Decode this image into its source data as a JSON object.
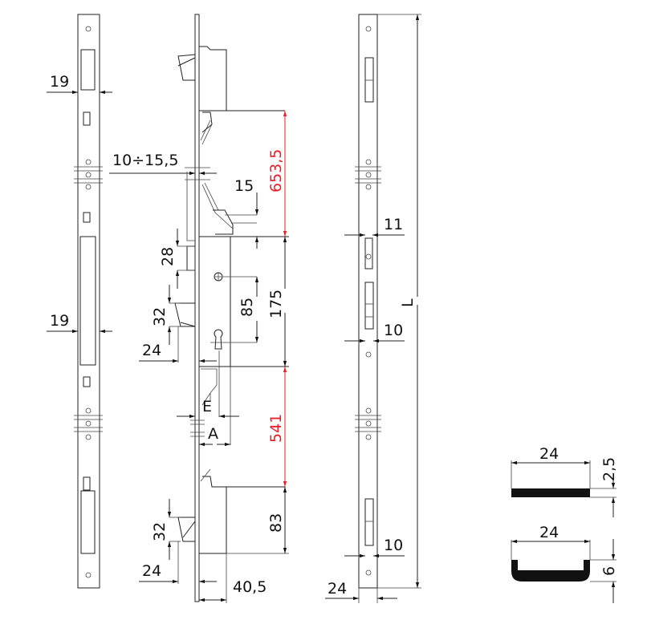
{
  "title": "Multipoint lock technical drawing",
  "left_view": {
    "dim_top": "19",
    "dim_mid": "19"
  },
  "side_view": {
    "dim_backset_range": "10÷15,5",
    "dim_15": "15",
    "dim_653": "653,5",
    "dim_28": "28",
    "dim_32_top": "32",
    "dim_85": "85",
    "dim_175": "175",
    "dim_24_top": "24",
    "dim_E": "E",
    "dim_A": "A",
    "dim_541": "541",
    "dim_83": "83",
    "dim_32_bottom": "32",
    "dim_24_bottom": "24",
    "dim_40_5": "40,5"
  },
  "front_view": {
    "dim_11": "11",
    "dim_L": "L",
    "dim_10_mid": "10",
    "dim_10_bottom": "10",
    "dim_24": "24"
  },
  "profiles": {
    "flat_width": "24",
    "flat_thickness": "2,5",
    "u_width": "24",
    "u_height": "6"
  },
  "colors": {
    "line": "#222222",
    "highlight": "#e8202a"
  }
}
